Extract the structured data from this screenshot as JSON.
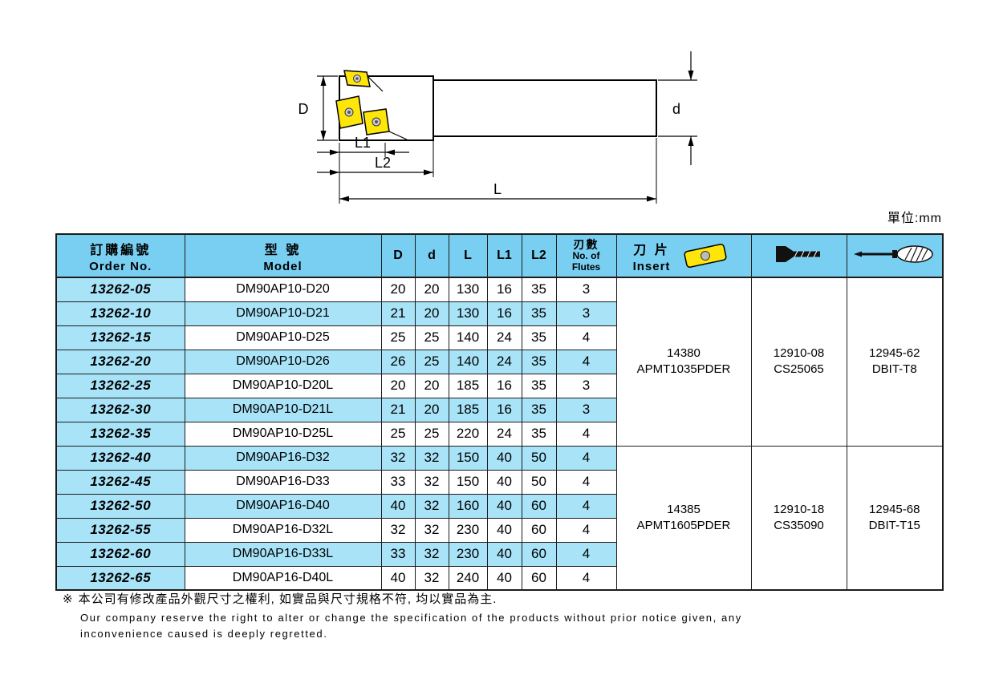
{
  "unit_label": "單位:mm",
  "diagram": {
    "dim_D": "D",
    "dim_d": "d",
    "dim_L1": "L1",
    "dim_L2": "L2",
    "dim_L": "L"
  },
  "table": {
    "headers": {
      "order_zh": "訂購編號",
      "order_en": "Order No.",
      "model_zh": "型 號",
      "model_en": "Model",
      "D": "D",
      "d": "d",
      "L": "L",
      "L1": "L1",
      "L2": "L2",
      "flutes_zh": "刃數",
      "flutes_en1": "No. of",
      "flutes_en2": "Flutes",
      "insert_zh": "刀 片",
      "insert_en": "Insert"
    },
    "rows": [
      {
        "order": "13262-05",
        "model": "DM90AP10-D20",
        "D": "20",
        "d": "20",
        "L": "130",
        "L1": "16",
        "L2": "35",
        "flutes": "3"
      },
      {
        "order": "13262-10",
        "model": "DM90AP10-D21",
        "D": "21",
        "d": "20",
        "L": "130",
        "L1": "16",
        "L2": "35",
        "flutes": "3"
      },
      {
        "order": "13262-15",
        "model": "DM90AP10-D25",
        "D": "25",
        "d": "25",
        "L": "140",
        "L1": "24",
        "L2": "35",
        "flutes": "4"
      },
      {
        "order": "13262-20",
        "model": "DM90AP10-D26",
        "D": "26",
        "d": "25",
        "L": "140",
        "L1": "24",
        "L2": "35",
        "flutes": "4"
      },
      {
        "order": "13262-25",
        "model": "DM90AP10-D20L",
        "D": "20",
        "d": "20",
        "L": "185",
        "L1": "16",
        "L2": "35",
        "flutes": "3"
      },
      {
        "order": "13262-30",
        "model": "DM90AP10-D21L",
        "D": "21",
        "d": "20",
        "L": "185",
        "L1": "16",
        "L2": "35",
        "flutes": "3"
      },
      {
        "order": "13262-35",
        "model": "DM90AP10-D25L",
        "D": "25",
        "d": "25",
        "L": "220",
        "L1": "24",
        "L2": "35",
        "flutes": "4"
      },
      {
        "order": "13262-40",
        "model": "DM90AP16-D32",
        "D": "32",
        "d": "32",
        "L": "150",
        "L1": "40",
        "L2": "50",
        "flutes": "4"
      },
      {
        "order": "13262-45",
        "model": "DM90AP16-D33",
        "D": "33",
        "d": "32",
        "L": "150",
        "L1": "40",
        "L2": "50",
        "flutes": "4"
      },
      {
        "order": "13262-50",
        "model": "DM90AP16-D40",
        "D": "40",
        "d": "32",
        "L": "160",
        "L1": "40",
        "L2": "60",
        "flutes": "4"
      },
      {
        "order": "13262-55",
        "model": "DM90AP16-D32L",
        "D": "32",
        "d": "32",
        "L": "230",
        "L1": "40",
        "L2": "60",
        "flutes": "4"
      },
      {
        "order": "13262-60",
        "model": "DM90AP16-D33L",
        "D": "33",
        "d": "32",
        "L": "230",
        "L1": "40",
        "L2": "60",
        "flutes": "4"
      },
      {
        "order": "13262-65",
        "model": "DM90AP16-D40L",
        "D": "40",
        "d": "32",
        "L": "240",
        "L1": "40",
        "L2": "60",
        "flutes": "4"
      }
    ],
    "groups": [
      {
        "start": 0,
        "span": 7,
        "insert": [
          "14380",
          "APMT1035PDER"
        ],
        "screw": [
          "12910-08",
          "CS25065"
        ],
        "bit": [
          "12945-62",
          "DBIT-T8"
        ]
      },
      {
        "start": 7,
        "span": 6,
        "insert": [
          "14385",
          "APMT1605PDER"
        ],
        "screw": [
          "12910-18",
          "CS35090"
        ],
        "bit": [
          "12945-68",
          "DBIT-T15"
        ]
      }
    ]
  },
  "footer": {
    "marker": "※",
    "line1_zh": "本公司有修改產品外觀尺寸之權利, 如實品與尺寸規格不符, 均以實品為主.",
    "line2_en": "Our company reserve the right to alter or change the specification of the products without prior notice given, any",
    "line3_en": "inconvenience caused is deeply regretted."
  },
  "colors": {
    "header_blue": "#79CFF1",
    "row_blue": "#A8E3F8",
    "insert_yellow": "#FFE60A"
  }
}
